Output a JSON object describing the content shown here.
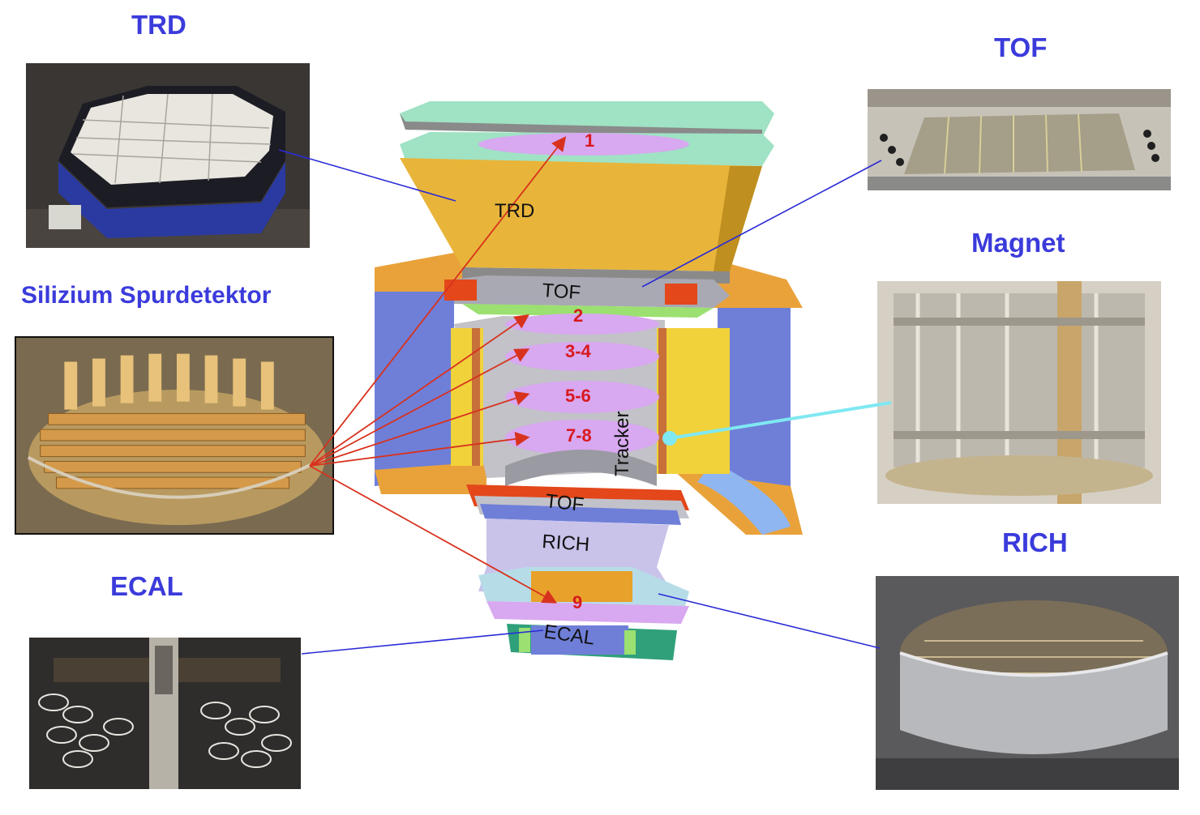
{
  "titles": {
    "trd": "TRD",
    "tof": "TOF",
    "magnet": "Magnet",
    "silicon": "Silizium Spurdetektor",
    "rich": "RICH",
    "ecal": "ECAL"
  },
  "detector_labels": {
    "trd": "TRD",
    "tof_upper": "TOF",
    "tracker": "Tracker",
    "tof_lower": "TOF",
    "rich": "RICH",
    "ecal": "ECAL"
  },
  "layer_numbers": {
    "l1": "1",
    "l2": "2",
    "l34": "3-4",
    "l56": "5-6",
    "l78": "7-8",
    "l9": "9"
  },
  "colors": {
    "title": "#3b3bdc",
    "arrow": "#d8321e",
    "callout_line": "#2b2bd6",
    "magnet_line": "#7fe8f2",
    "trd_gold": "#e8b53a",
    "tracker_pink": "#e9a8f5",
    "frame_blue": "#6f7fd8",
    "rich_lavender": "#c9c3ea"
  }
}
